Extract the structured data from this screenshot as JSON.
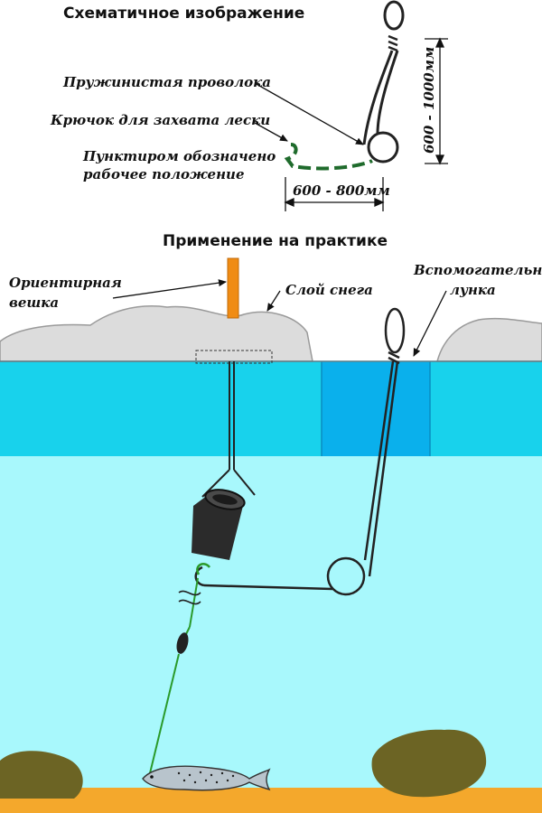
{
  "schematic": {
    "title": "Схематичное изображение",
    "labels": {
      "spring_wire": "Пружинистая проволока",
      "hook": "Крючок для захвата лески",
      "dashed_note_line1": "Пунктиром обозначено",
      "dashed_note_line2": "рабочее положение"
    },
    "dimensions": {
      "height": "600 - 1000мм",
      "width": "600 - 800мм"
    }
  },
  "practice": {
    "title": "Применение на практике",
    "labels": {
      "marker_line1": "Ориентирная",
      "marker_line2": "вешка",
      "snow": "Слой снега",
      "aux_hole_line1": "Вспомогательная",
      "aux_hole_line2": "лунка"
    }
  },
  "colors": {
    "snow": "#dcdcdc",
    "ice": "#18d2ec",
    "aux_hole": "#0ab0ec",
    "water": "#a8f8fc",
    "bottom": "#f4a82c",
    "stone": "#6c6424",
    "marker_pole": "#f08c14",
    "fishing_line": "#2a9a2a",
    "dashed_position": "#1f6b2c"
  }
}
